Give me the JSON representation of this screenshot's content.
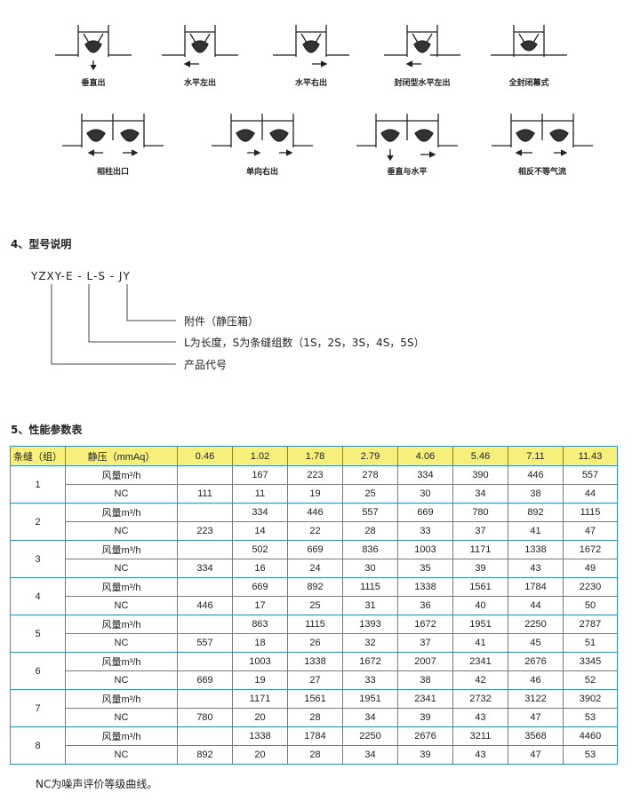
{
  "diagrams_row1": [
    "垂直出",
    "水平左出",
    "水平右出",
    "封闭型水平左出",
    "全封闭幕式"
  ],
  "diagrams_row2": [
    "相柱出口",
    "单向右出",
    "垂直与水平",
    "相反不等气流"
  ],
  "section4": {
    "title": "4、型号说明",
    "code": "YZXY-E - L-S - JY",
    "items": [
      "附件（静压箱）",
      "L为长度，S为条缝组数（1S，2S，3S，4S，5S）",
      "产品代号"
    ]
  },
  "section5": {
    "title": "5、性能参数表",
    "header": [
      "条缝（组）",
      "静压（mmAq）",
      "0.46",
      "1.02",
      "1.78",
      "2.79",
      "4.06",
      "5.46",
      "7.11",
      "11.43"
    ],
    "rows": [
      {
        "group": "1",
        "airflow_label": "风量m³/h",
        "nc_label": "NC",
        "airflow": [
          "",
          "167",
          "223",
          "278",
          "334",
          "390",
          "446",
          "557"
        ],
        "nc": [
          "111",
          "11",
          "19",
          "25",
          "30",
          "34",
          "38",
          "44"
        ]
      },
      {
        "group": "2",
        "airflow_label": "风量m³/h",
        "nc_label": "NC",
        "airflow": [
          "",
          "334",
          "446",
          "557",
          "669",
          "780",
          "892",
          "1115"
        ],
        "nc": [
          "223",
          "14",
          "22",
          "28",
          "33",
          "37",
          "41",
          "47"
        ]
      },
      {
        "group": "3",
        "airflow_label": "风量m³/h",
        "nc_label": "NC",
        "airflow": [
          "",
          "502",
          "669",
          "836",
          "1003",
          "1171",
          "1338",
          "1672"
        ],
        "nc": [
          "334",
          "16",
          "24",
          "30",
          "35",
          "39",
          "43",
          "49"
        ]
      },
      {
        "group": "4",
        "airflow_label": "风量m³/h",
        "nc_label": "NC",
        "airflow": [
          "",
          "669",
          "892",
          "1115",
          "1338",
          "1561",
          "1784",
          "2230"
        ],
        "nc": [
          "446",
          "17",
          "25",
          "31",
          "36",
          "40",
          "44",
          "50"
        ]
      },
      {
        "group": "5",
        "airflow_label": "风量m³/h",
        "nc_label": "NC",
        "airflow": [
          "",
          "863",
          "1115",
          "1393",
          "1672",
          "1951",
          "2250",
          "2787"
        ],
        "nc": [
          "557",
          "18",
          "26",
          "32",
          "37",
          "41",
          "45",
          "51"
        ]
      },
      {
        "group": "6",
        "airflow_label": "风量m³/h",
        "nc_label": "NC",
        "airflow": [
          "",
          "1003",
          "1338",
          "1672",
          "2007",
          "2341",
          "2676",
          "3345"
        ],
        "nc": [
          "669",
          "19",
          "27",
          "33",
          "38",
          "42",
          "46",
          "52"
        ]
      },
      {
        "group": "7",
        "airflow_label": "风量m³/h",
        "nc_label": "NC",
        "airflow": [
          "",
          "1171",
          "1561",
          "1951",
          "2341",
          "2732",
          "3122",
          "3902"
        ],
        "nc": [
          "780",
          "20",
          "28",
          "34",
          "39",
          "43",
          "47",
          "53"
        ]
      },
      {
        "group": "8",
        "airflow_label": "风量m³/h",
        "nc_label": "NC",
        "airflow": [
          "",
          "1338",
          "1784",
          "2250",
          "2676",
          "3211",
          "3568",
          "4460"
        ],
        "nc": [
          "892",
          "20",
          "28",
          "34",
          "39",
          "43",
          "47",
          "53"
        ]
      }
    ],
    "note": "NC为噪声评价等级曲线。"
  },
  "colors": {
    "header_bg": "#f7ef7c",
    "border": "#3a8fb0"
  }
}
